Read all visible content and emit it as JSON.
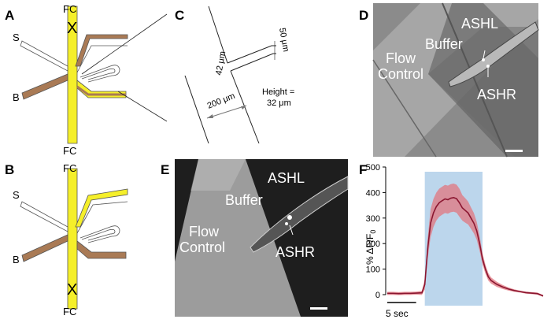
{
  "panels": {
    "A": {
      "letter": "A",
      "labels": {
        "fc_top": "FC",
        "fc_bottom": "FC",
        "s": "S",
        "b": "B",
        "block_mark": "X"
      }
    },
    "B": {
      "letter": "B",
      "labels": {
        "fc_top": "FC",
        "fc_bottom": "FC",
        "s": "S",
        "b": "B",
        "block_mark": "X"
      }
    },
    "C": {
      "letter": "C",
      "dim_channel_width": "42 μm",
      "dim_tip": "50 μm",
      "dim_main": "200 μm",
      "height_line1": "Height =",
      "height_line2": "32 μm"
    },
    "D": {
      "letter": "D",
      "labels": {
        "ashl": "ASHL",
        "buffer": "Buffer",
        "flow1": "Flow",
        "flow2": "Control",
        "ashr": "ASHR"
      }
    },
    "E": {
      "letter": "E",
      "labels": {
        "ashl": "ASHL",
        "buffer": "Buffer",
        "flow1": "Flow",
        "flow2": "Control",
        "ashr": "ASHR"
      }
    },
    "F": {
      "letter": "F",
      "ylabel_main": "% ΔF/F",
      "ylabel_sub": "0",
      "yticks": [
        "0",
        "100",
        "200",
        "300",
        "400",
        "500"
      ],
      "scalebar_label": "5 sec"
    }
  },
  "colors": {
    "channel_yellow": "#f5ef2a",
    "channel_brown": "#a97a55",
    "stim_band": "#bcd6ec",
    "trace": "#8a1630",
    "trace_band": "#e2757f"
  },
  "chart_data": {
    "type": "line",
    "xlabel": "",
    "ylabel": "% ΔF/F0",
    "ylim": [
      0,
      500
    ],
    "x_unit": "sec",
    "stimulus_window": [
      6.5,
      16.5
    ],
    "x": [
      0,
      1,
      2,
      3,
      4,
      5,
      6,
      6.5,
      7,
      7.5,
      8,
      8.5,
      9,
      9.5,
      10,
      10.5,
      11,
      11.5,
      12,
      12.5,
      13,
      13.5,
      14,
      14.5,
      15,
      15.5,
      16,
      16.5,
      17,
      17.5,
      18,
      19,
      20,
      21,
      22,
      23,
      24,
      25,
      26,
      27
    ],
    "series": [
      {
        "values": [
          5,
          5,
          4,
          5,
          5,
          6,
          7,
          40,
          180,
          280,
          320,
          345,
          360,
          368,
          375,
          372,
          378,
          380,
          376,
          360,
          340,
          330,
          320,
          300,
          280,
          250,
          200,
          140,
          100,
          70,
          55,
          40,
          30,
          22,
          16,
          12,
          8,
          6,
          4,
          -5
        ],
        "band": [
          6,
          6,
          6,
          6,
          6,
          6,
          8,
          20,
          40,
          55,
          55,
          55,
          55,
          55,
          55,
          55,
          55,
          55,
          55,
          55,
          50,
          48,
          45,
          42,
          40,
          35,
          30,
          22,
          18,
          15,
          12,
          10,
          8,
          6,
          5,
          4,
          4,
          4,
          4,
          4
        ]
      }
    ]
  }
}
